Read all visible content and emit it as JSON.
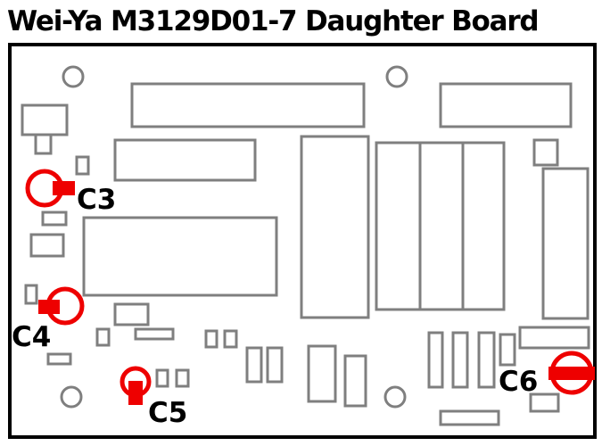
{
  "title": "Wei-Ya M3129D01-7 Daughter Board",
  "colors": {
    "outline": "#000000",
    "component": "#7f7f7f",
    "marker": "#ee0000"
  },
  "capacitors": [
    {
      "id": "c3",
      "label": "C3"
    },
    {
      "id": "c4",
      "label": "C4"
    },
    {
      "id": "c5",
      "label": "C5"
    },
    {
      "id": "c6",
      "label": "C6"
    }
  ]
}
